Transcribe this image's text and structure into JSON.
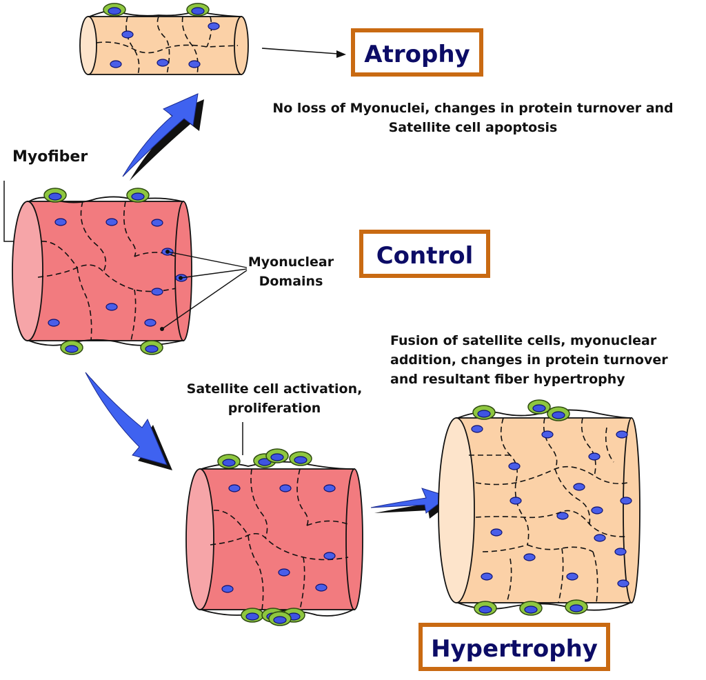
{
  "labels": {
    "myofiber": "Myofiber",
    "myonuclear_domains_line1": "Myonuclear",
    "myonuclear_domains_line2": "Domains",
    "atrophy_note_line1": "No loss of Myonuclei, changes in protein turnover and",
    "atrophy_note_line2": "Satellite cell apoptosis",
    "activation_line1": "Satellite cell activation,",
    "activation_line2": "proliferation",
    "fusion_line1": "Fusion of satellite cells, myonuclear",
    "fusion_line2": "addition, changes in protein turnover",
    "fusion_line3": "and resultant fiber hypertrophy"
  },
  "boxes": {
    "atrophy": "Atrophy",
    "control": "Control",
    "hypertrophy": "Hypertrophy"
  },
  "colors": {
    "box_border": "#c96a12",
    "box_text": "#0c0c66",
    "control_fiber": "#f27b7f",
    "control_end": "#f6a5a8",
    "atrophy_fiber": "#fbd1a7",
    "atrophy_end": "#fde4cb",
    "arrow_blue": "#3f62f0",
    "nucleus": "#4a5ee8",
    "satellite_cell": "#8ec63f"
  },
  "icons": {
    "transition_arrows": "curved-arrow-icon",
    "satellite": "satellite-cell-icon",
    "nucleus": "myonucleus-icon"
  }
}
